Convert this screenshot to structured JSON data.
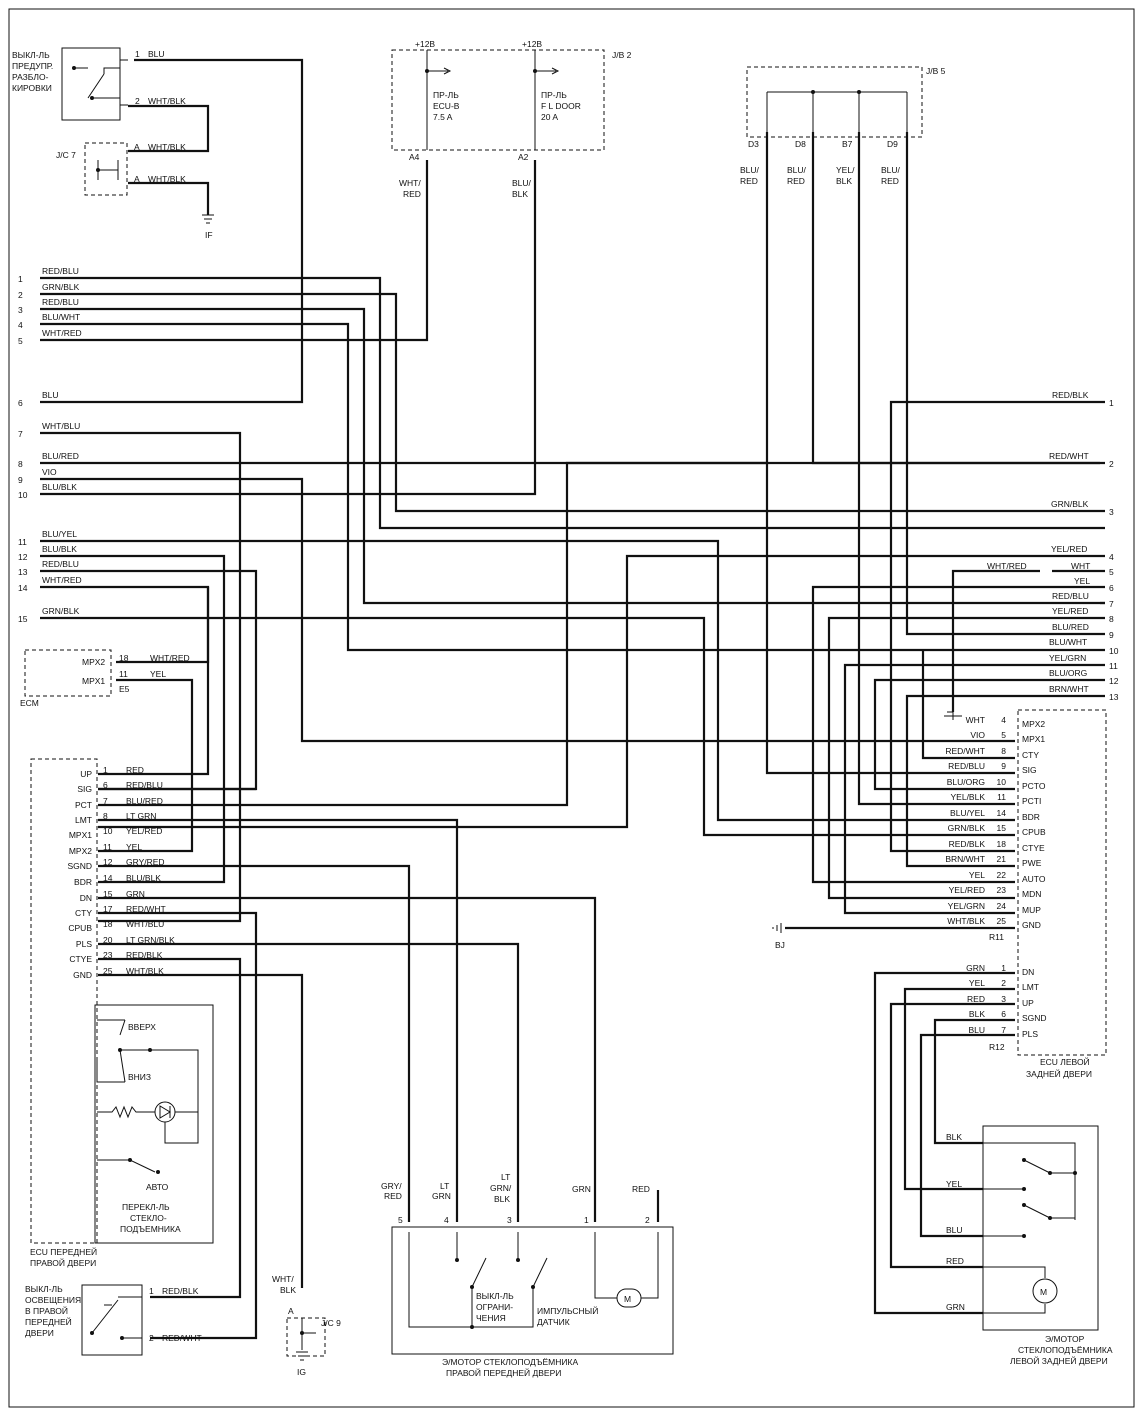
{
  "connector_left_labels": [
    "1",
    "2",
    "3",
    "4",
    "5",
    "6",
    "7",
    "8",
    "9",
    "10",
    "11",
    "12",
    "13",
    "14",
    "15"
  ],
  "connector_right_labels": [
    "1",
    "2",
    "3",
    "4",
    "5",
    "6",
    "7",
    "8",
    "9",
    "10",
    "11",
    "12",
    "13"
  ],
  "left_wires": {
    "w1": "RED/BLU",
    "w2": "GRN/BLK",
    "w3": "RED/BLU",
    "w4": "BLU/WHT",
    "w5": "WHT/RED",
    "w6": "BLU",
    "w7": "WHT/BLU",
    "w8": "BLU/RED",
    "w9": "VIO",
    "w10": "BLU/BLK",
    "w11": "BLU/YEL",
    "w12": "BLU/BLK",
    "w13": "RED/BLU",
    "w14": "WHT/RED",
    "w15": "GRN/BLK"
  },
  "right_wires": {
    "w1": "RED/BLK",
    "w2": "RED/WHT",
    "w3": "GRN/BLK",
    "w4": "YEL/RED",
    "w5a": "WHT/RED",
    "w5b": "WHT",
    "w6": "YEL",
    "w7": "RED/BLU",
    "w8": "YEL/RED",
    "w9": "BLU/RED",
    "w10": "BLU/WHT",
    "w11": "YEL/GRN",
    "w12": "BLU/ORG",
    "w13": "BRN/WHT"
  },
  "warn_switch": {
    "title_lines": [
      "ВЫКЛ-ЛЬ",
      "ПРЕДУПР.",
      "РАЗБЛО-",
      "КИРОВКИ"
    ],
    "pin1": "1",
    "pin2": "2",
    "wire1": "BLU",
    "wire2": "WHT/BLK"
  },
  "jc7": {
    "label": "J/C 7",
    "pinA": "A",
    "wireA1": "WHT/BLK",
    "wireA2": "WHT/BLK",
    "ground": "IF"
  },
  "jb2": {
    "label": "J/B 2",
    "v1": "+12В",
    "v2": "+12В",
    "fuse1_lines": [
      "ПР-ЛЬ",
      "ECU-B",
      "7.5 A"
    ],
    "fuse2_lines": [
      "ПР-ЛЬ",
      "F L DOOR",
      "20 A"
    ],
    "pin1": "A4",
    "pin2": "A2",
    "wire1_lines": [
      "WHT/",
      "RED"
    ],
    "wire2_lines": [
      "BLU/",
      "BLK"
    ]
  },
  "jb5": {
    "label": "J/B 5",
    "pins": [
      "D3",
      "D8",
      "B7",
      "D9"
    ],
    "wires": [
      [
        "BLU/",
        "RED"
      ],
      [
        "BLU/",
        "RED"
      ],
      [
        "YEL/",
        "BLK"
      ],
      [
        "BLU/",
        "RED"
      ]
    ]
  },
  "ecm": {
    "label": "ECM",
    "pin1": "MPX2",
    "pin2": "MPX1",
    "num1": "18",
    "num2": "11",
    "wire1": "WHT/RED",
    "wire2": "YEL",
    "conn": "E5"
  },
  "front_ecu": {
    "title_lines": [
      "ECU  ПЕРЕДНЕЙ",
      "ПРАВОЙ ДВЕРИ"
    ],
    "rows": [
      {
        "pin": "UP",
        "num": "1",
        "wire": "RED"
      },
      {
        "pin": "SIG",
        "num": "6",
        "wire": "RED/BLU"
      },
      {
        "pin": "PCT",
        "num": "7",
        "wire": "BLU/RED"
      },
      {
        "pin": "LMT",
        "num": "8",
        "wire": "LT GRN"
      },
      {
        "pin": "MPX1",
        "num": "10",
        "wire": "YEL/RED"
      },
      {
        "pin": "MPX2",
        "num": "11",
        "wire": "YEL"
      },
      {
        "pin": "SGND",
        "num": "12",
        "wire": "GRY/RED"
      },
      {
        "pin": "BDR",
        "num": "14",
        "wire": "BLU/BLK"
      },
      {
        "pin": "DN",
        "num": "15",
        "wire": "GRN"
      },
      {
        "pin": "CTY",
        "num": "17",
        "wire": "RED/WHT"
      },
      {
        "pin": "CPUB",
        "num": "18",
        "wire": "WHT/BLU"
      },
      {
        "pin": "PLS",
        "num": "20",
        "wire": "LT GRN/BLK"
      },
      {
        "pin": "CTYE",
        "num": "23",
        "wire": "RED/BLK"
      },
      {
        "pin": "GND",
        "num": "25",
        "wire": "WHT/BLK"
      }
    ],
    "sw_up": "ВВЕРХ",
    "sw_down": "ВНИЗ",
    "sw_auto": "АВТО",
    "sw_title_lines": [
      "ПЕРЕКЛ-ЛЬ",
      "СТЕКЛО-",
      "ПОДЪЕМНИКА"
    ]
  },
  "courtesy_switch": {
    "title_lines": [
      "ВЫКЛ-ЛЬ",
      "ОСВЕЩЕНИЯ",
      "В ПРАВОЙ",
      "ПЕРЕДНЕЙ",
      "ДВЕРИ"
    ],
    "pin1": "1",
    "pin2": "2",
    "wire1": "RED/BLK",
    "wire2": "RED/WHT"
  },
  "jc9": {
    "label": "J/C 9",
    "pinA": "A",
    "wire_lines": [
      "WHT/",
      "BLK"
    ],
    "ground": "IG"
  },
  "front_motor": {
    "title_lines": [
      "Э/МОТОР СТЕКЛОПОДЪЁМНИКА",
      "ПРАВОЙ ПЕРЕДНЕЙ ДВЕРИ"
    ],
    "pins": [
      "5",
      "4",
      "3",
      "1",
      "2"
    ],
    "wires": [
      [
        "GRY/",
        "RED"
      ],
      [
        "LT",
        "GRN"
      ],
      [
        "LT",
        "GRN/",
        "BLK"
      ],
      [
        "GRN"
      ],
      [
        "RED"
      ]
    ],
    "limit_lines": [
      "ВЫКЛ-ЛЬ",
      "ОГРАНИ-",
      "ЧЕНИЯ"
    ],
    "pulse_lines": [
      "ИМПУЛЬСНЫЙ",
      "ДАТЧИК"
    ],
    "motor": "M"
  },
  "rear_ecu": {
    "title_lines": [
      "ECU  ЛЕВОЙ",
      "ЗАДНЕЙ ДВЕРИ"
    ],
    "rows": [
      {
        "wire": "WHT",
        "num": "4",
        "pin": "MPX2"
      },
      {
        "wire": "VIO",
        "num": "5",
        "pin": "MPX1"
      },
      {
        "wire": "RED/WHT",
        "num": "8",
        "pin": "CTY"
      },
      {
        "wire": "RED/BLU",
        "num": "9",
        "pin": "SIG"
      },
      {
        "wire": "BLU/ORG",
        "num": "10",
        "pin": "PCTO"
      },
      {
        "wire": "YEL/BLK",
        "num": "11",
        "pin": "PCTI"
      },
      {
        "wire": "BLU/YEL",
        "num": "14",
        "pin": "BDR"
      },
      {
        "wire": "GRN/BLK",
        "num": "15",
        "pin": "CPUB"
      },
      {
        "wire": "RED/BLK",
        "num": "18",
        "pin": "CTYE"
      },
      {
        "wire": "BRN/WHT",
        "num": "21",
        "pin": "PWE"
      },
      {
        "wire": "YEL",
        "num": "22",
        "pin": "AUTO"
      },
      {
        "wire": "YEL/RED",
        "num": "23",
        "pin": "MDN"
      },
      {
        "wire": "YEL/GRN",
        "num": "24",
        "pin": "MUP"
      },
      {
        "wire": "WHT/BLK",
        "num": "25",
        "pin": "GND"
      }
    ],
    "conn_a": "R11",
    "ground": "BJ",
    "rows2": [
      {
        "wire": "GRN",
        "num": "1",
        "pin": "DN"
      },
      {
        "wire": "YEL",
        "num": "2",
        "pin": "LMT"
      },
      {
        "wire": "RED",
        "num": "3",
        "pin": "UP"
      },
      {
        "wire": "BLK",
        "num": "6",
        "pin": "SGND"
      },
      {
        "wire": "BLU",
        "num": "7",
        "pin": "PLS"
      }
    ],
    "conn_b": "R12"
  },
  "rear_motor": {
    "title_lines": [
      "Э/МОТОР",
      "СТЕКЛОПОДЪЁМНИКА",
      "ЛЕВОЙ ЗАДНЕЙ ДВЕРИ"
    ],
    "wires": [
      "BLK",
      "YEL",
      "BLU",
      "RED",
      "GRN"
    ],
    "motor": "M"
  }
}
